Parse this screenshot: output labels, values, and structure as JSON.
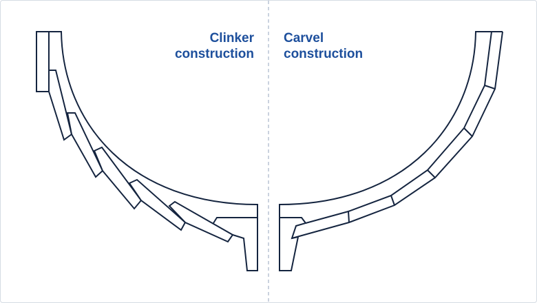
{
  "panels": [
    {
      "title_line1": "Clinker",
      "title_line2": "construction"
    },
    {
      "title_line1": "Carvel",
      "title_line2": "construction"
    }
  ],
  "colors": {
    "title": "#1d4f9c",
    "stroke": "#14243f",
    "divider": "#b8c4d4"
  }
}
